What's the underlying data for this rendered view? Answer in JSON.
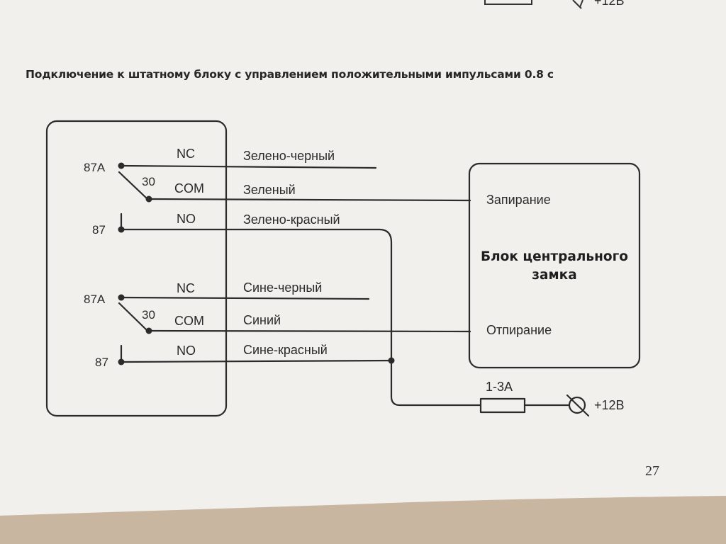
{
  "header_fragment": {
    "text": "+12В"
  },
  "title": "Подключение к штатному блоку с управлением положительными импульсами 0.8 с",
  "relay1": {
    "pins": {
      "p87a": "87A",
      "p30": "30",
      "p87": "87"
    },
    "contacts": {
      "nc": "NC",
      "com": "COM",
      "no": "NO"
    },
    "wires": {
      "nc": "Зелено-черный",
      "com": "Зеленый",
      "no": "Зелено-красный"
    }
  },
  "relay2": {
    "pins": {
      "p87a": "87A",
      "p30": "30",
      "p87": "87"
    },
    "contacts": {
      "nc": "NC",
      "com": "COM",
      "no": "NO"
    },
    "wires": {
      "nc": "Сине-черный",
      "com": "Синий",
      "no": "Сине-красный"
    }
  },
  "lock_block": {
    "title": "Блок центрального замка",
    "lock_label": "Запирание",
    "unlock_label": "Отпирание"
  },
  "fuse": {
    "rating": "1-3A"
  },
  "power": {
    "label": "+12В"
  },
  "page_number": "27"
}
